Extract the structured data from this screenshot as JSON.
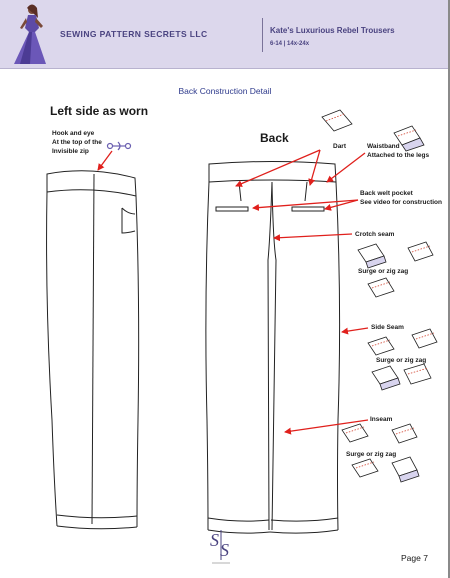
{
  "header": {
    "company": "SEWING PATTERN SECRETS LLC",
    "doc_title": "Kate's Luxurious Rebel Trousers",
    "doc_sub": "6-14 | 14x-24x"
  },
  "section_title": "Back Construction Detail",
  "labels": {
    "left_side": "Left side as worn",
    "back": "Back"
  },
  "notes": {
    "hook_eye": [
      "Hook and eye",
      "At the top of the",
      "Invisible zip"
    ],
    "dart": "Dart",
    "waistband": [
      "Waistband",
      "Attached to the legs"
    ],
    "welt": [
      "Back welt pocket",
      "See video for construction"
    ],
    "crotch": "Crotch seam",
    "surge1": "Surge or zig zag",
    "side_seam": "Side Seam",
    "surge2": "Surge or zig zag",
    "inseam": "Inseam",
    "surge3": "Surge or zig zag"
  },
  "footer": {
    "page": "Page 7",
    "logo_letters": "S|S"
  },
  "colors": {
    "header_bg": "#dcd7ec",
    "brand": "#4a4380",
    "arrow": "#e0201c",
    "title_blue": "#2e3a8c"
  }
}
